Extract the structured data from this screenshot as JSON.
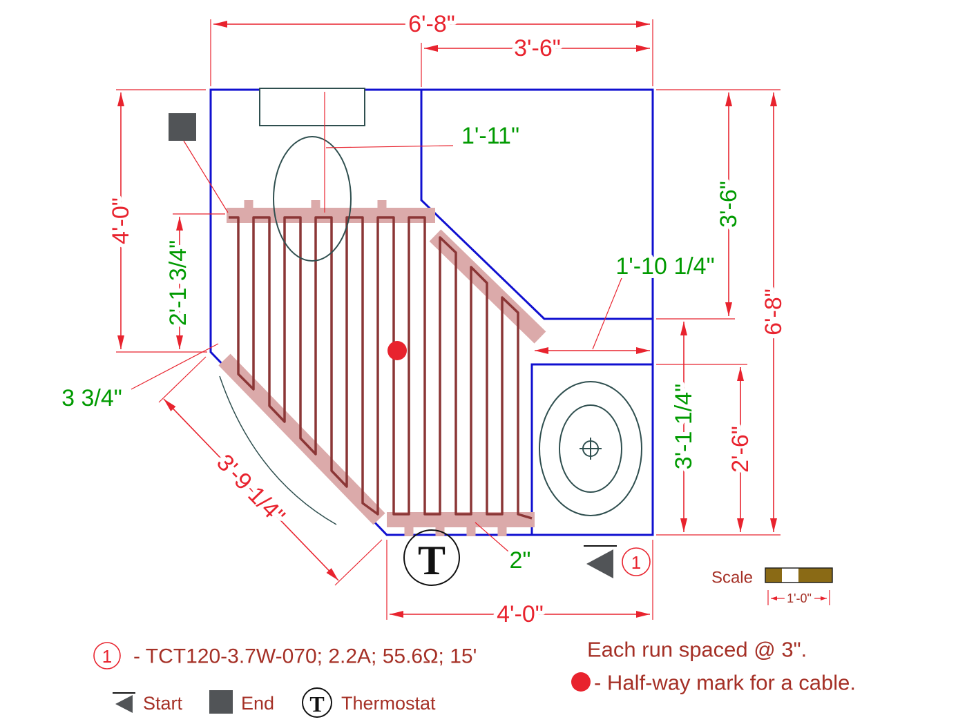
{
  "colors": {
    "red": "#e8232e",
    "green": "#009a00",
    "blue": "#1010d0",
    "cable": "#8b3636",
    "pink": "#dbaaaa",
    "darkred": "#a53026",
    "gray": "#2f4f4f",
    "brown": "#8a6a15",
    "marker_gray": "#515457"
  },
  "drawing": {
    "dimensions": {
      "top_width": "6'-8\"",
      "top_right_width": "3'-6\"",
      "left_height": "4'-0\"",
      "cable_offset_left": "2'-1 3/4\"",
      "toilet_centerline": "1'-11\"",
      "right_upper_height": "3'-6\"",
      "right_total_height": "6'-8\"",
      "recess_width": "1'-10 1/4\"",
      "tub_area_height": "3'-1 1/4\"",
      "tub_height": "2'-6\"",
      "corner_offset": "3 3/4\"",
      "door_diagonal": "3'-9 1/4\"",
      "bottom_cable_gap": "2\"",
      "bottom_width": "4'-0\""
    },
    "thermostat_symbol": "T",
    "start_circuit_number": "1",
    "scale_label": "Scale",
    "scale_value": "1'-0\""
  },
  "legend": {
    "circuit_number": "1",
    "cable_spec": "- TCT120-3.7W-070; 2.2A; 55.6Ω; 15'",
    "start_label": "Start",
    "end_label": "End",
    "thermostat_label": "Thermostat",
    "thermostat_symbol": "T"
  },
  "notes": {
    "spacing": "Each run spaced @ 3\".",
    "halfway": "- Half-way mark for a cable."
  }
}
